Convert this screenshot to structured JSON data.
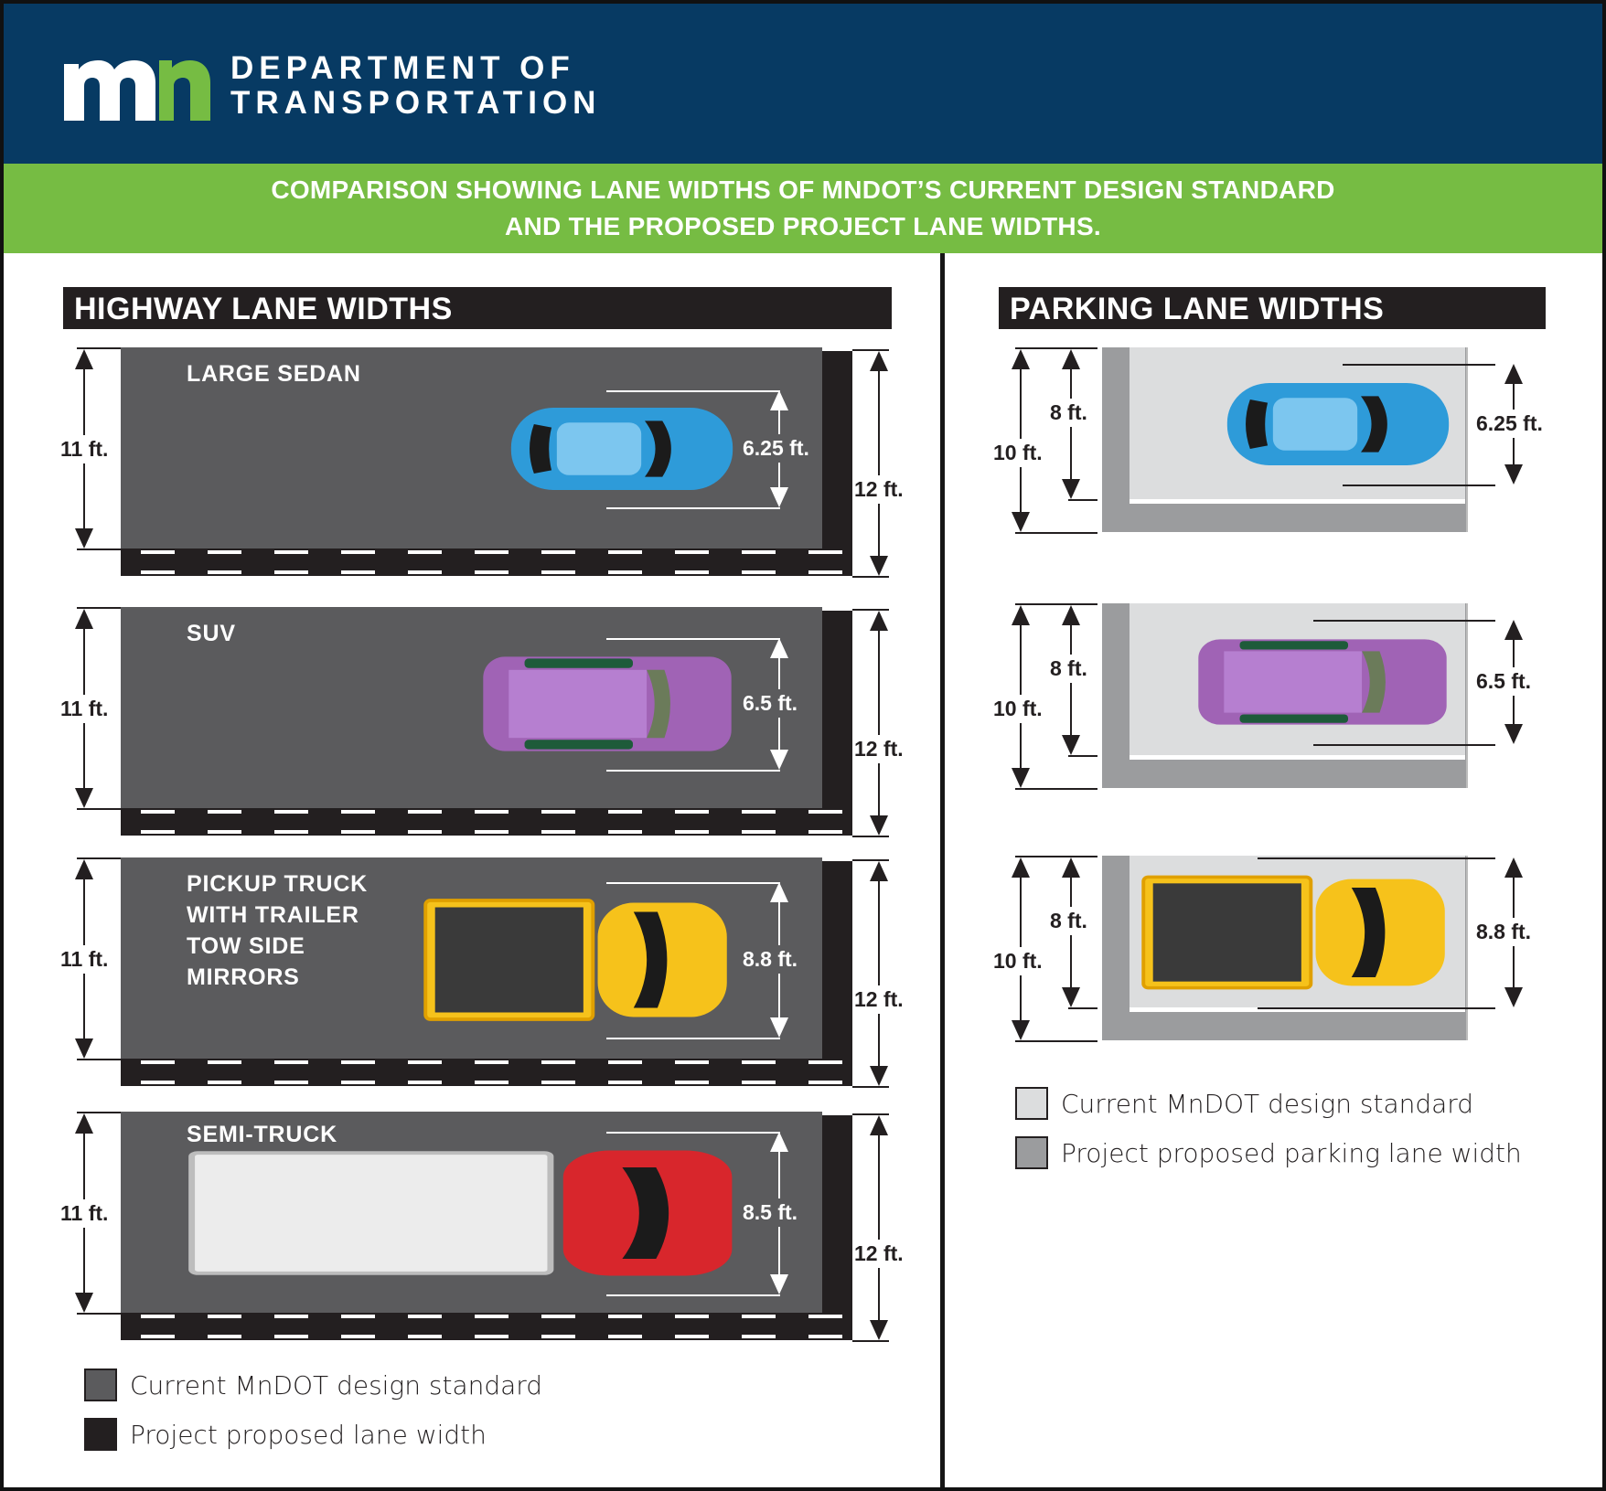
{
  "header": {
    "logo_letters": "mn",
    "brand_line1": "DEPARTMENT OF",
    "brand_line2": "TRANSPORTATION",
    "colors": {
      "navy": "#073a63",
      "green": "#76bc43"
    }
  },
  "banner": {
    "line1": "COMPARISON SHOWING LANE WIDTHS OF MNDOT’S CURRENT DESIGN STANDARD",
    "line2": "AND THE PROPOSED PROJECT LANE WIDTHS."
  },
  "highway": {
    "title": "HIGHWAY LANE WIDTHS",
    "lanes": [
      {
        "vehicle": [
          "LARGE SEDAN"
        ],
        "current_width": "11 ft.",
        "proposed_width": "12 ft.",
        "vehicle_width": "6.25 ft.",
        "vehicle_icon": "blue-sedan-icon",
        "color": "#2e9bd9"
      },
      {
        "vehicle": [
          "SUV"
        ],
        "current_width": "11 ft.",
        "proposed_width": "12 ft.",
        "vehicle_width": "6.5 ft.",
        "vehicle_icon": "purple-suv-icon",
        "color": "#a063b5"
      },
      {
        "vehicle": [
          "PICKUP TRUCK",
          "WITH TRAILER",
          "TOW SIDE",
          "MIRRORS"
        ],
        "current_width": "11 ft.",
        "proposed_width": "12 ft.",
        "vehicle_width": "8.8 ft.",
        "vehicle_icon": "yellow-pickup-icon",
        "color": "#f6c21b"
      },
      {
        "vehicle": [
          "SEMI-TRUCK"
        ],
        "current_width": "11 ft.",
        "proposed_width": "12 ft.",
        "vehicle_width": "8.5 ft.",
        "vehicle_icon": "red-semi-truck-icon",
        "color": "#d8262c"
      }
    ],
    "legend": [
      {
        "label": "Current MnDOT design standard",
        "color": "#5b5b5d"
      },
      {
        "label": "Project proposed lane width",
        "color": "#231f20"
      }
    ]
  },
  "parking": {
    "title": "PARKING LANE WIDTHS",
    "lanes": [
      {
        "current_width": "8 ft.",
        "proposed_width": "10 ft.",
        "vehicle_width": "6.25 ft.",
        "vehicle_icon": "blue-sedan-icon",
        "color": "#2e9bd9"
      },
      {
        "current_width": "8 ft.",
        "proposed_width": "10 ft.",
        "vehicle_width": "6.5 ft.",
        "vehicle_icon": "purple-suv-icon",
        "color": "#a063b5"
      },
      {
        "current_width": "8 ft.",
        "proposed_width": "10 ft.",
        "vehicle_width": "8.8 ft.",
        "vehicle_icon": "yellow-pickup-icon",
        "color": "#f6c21b"
      }
    ],
    "legend": [
      {
        "label": "Current MnDOT design standard",
        "color": "#dcddde"
      },
      {
        "label": "Project proposed parking lane width",
        "color": "#9b9c9e"
      }
    ]
  }
}
